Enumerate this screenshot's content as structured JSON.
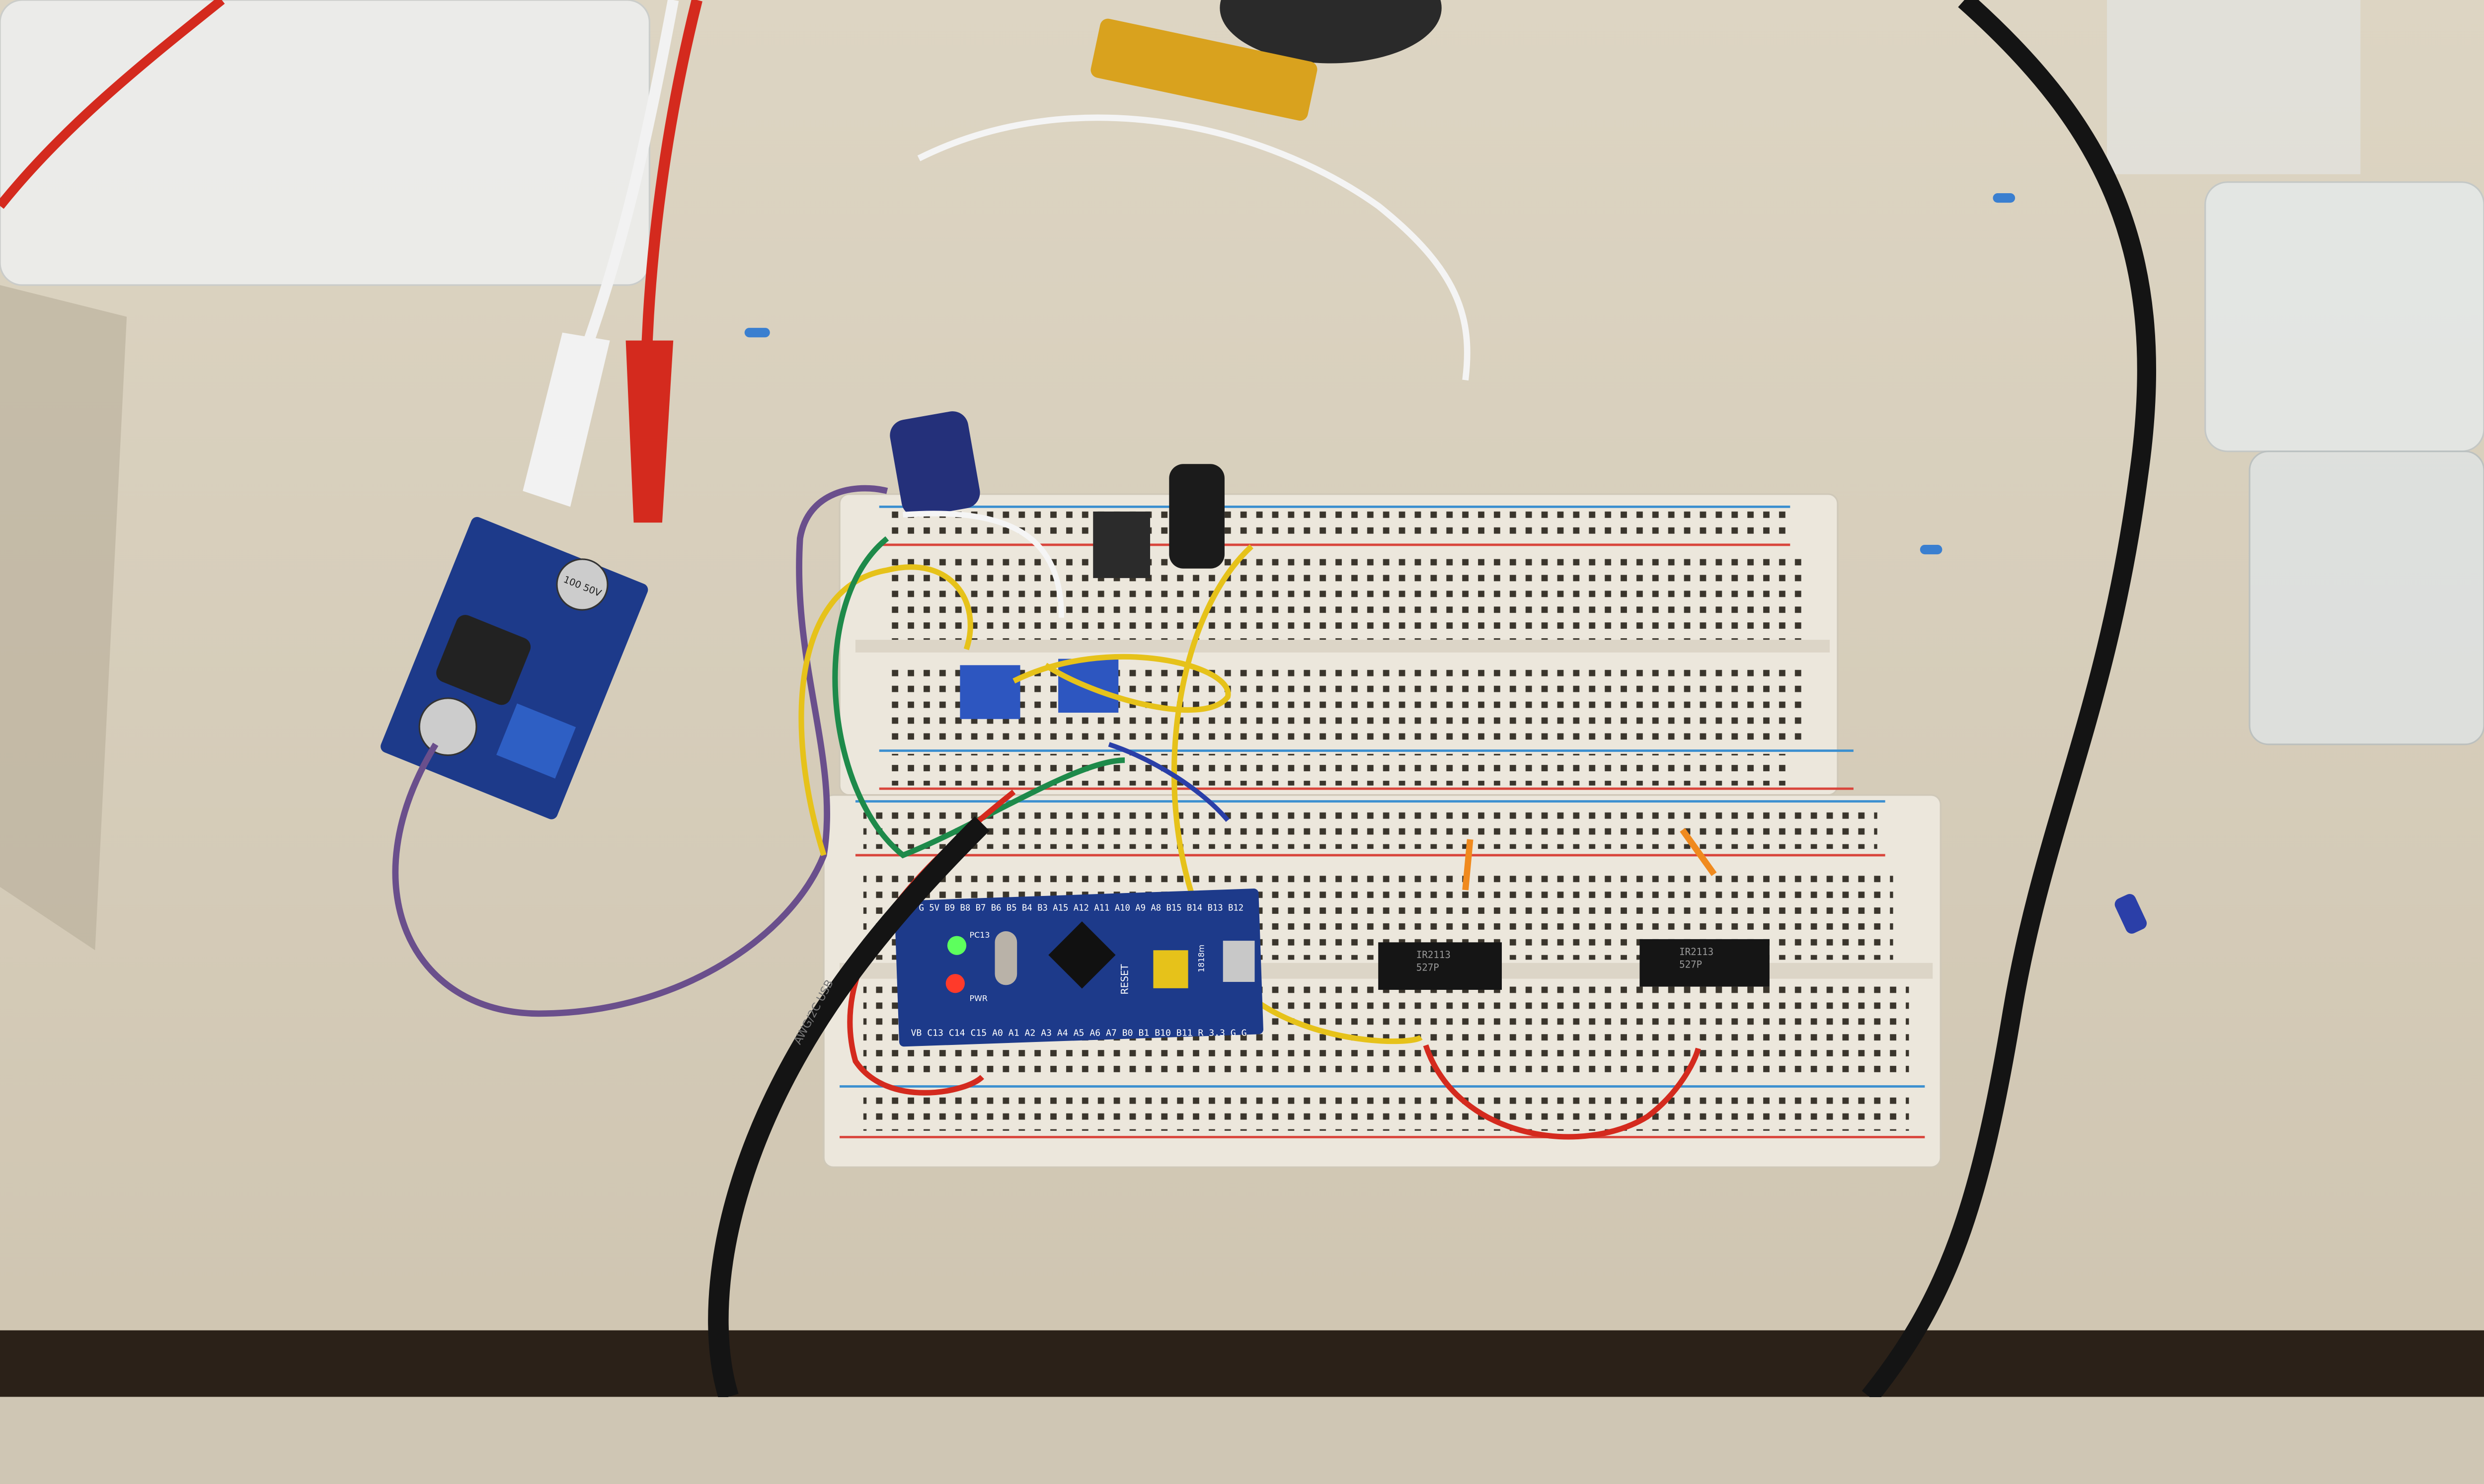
{
  "scene": {
    "description_free": true,
    "colors": {
      "desk": "#d8d0be",
      "breadboard": "#ece7dc",
      "rail_red": "#d9453b",
      "rail_blue": "#3b8fd0",
      "pcb_blue": "#1d3a8a",
      "wire_yellow": "#e6c21a",
      "wire_red": "#d42a1e",
      "wire_purple": "#6a4f8c",
      "cable_black": "#141414"
    }
  },
  "mcu_board": {
    "top_pins": "G 5V B9 B8 B7 B6 B5 B4 B3 A15 A12 A11 A10 A9 A8 B15 B14 B13 B12",
    "bottom_pins": "VB C13 C14 C15 A0 A1 A2 A3 A4 A5 A6 A7 B0 B1 B10 B11 R 3.3 G G",
    "reset_label": "RESET",
    "led1_label": "PC13",
    "led2_label": "PWR",
    "jumper_label": "1818m"
  },
  "driver_chips": [
    {
      "line1": "IR2113",
      "line2": "527P"
    },
    {
      "line1": "IR2113",
      "line2": "527P"
    }
  ],
  "buck_module": {
    "cap_label": "100 50V"
  },
  "usb_cable_text": "AWG/2C USB"
}
